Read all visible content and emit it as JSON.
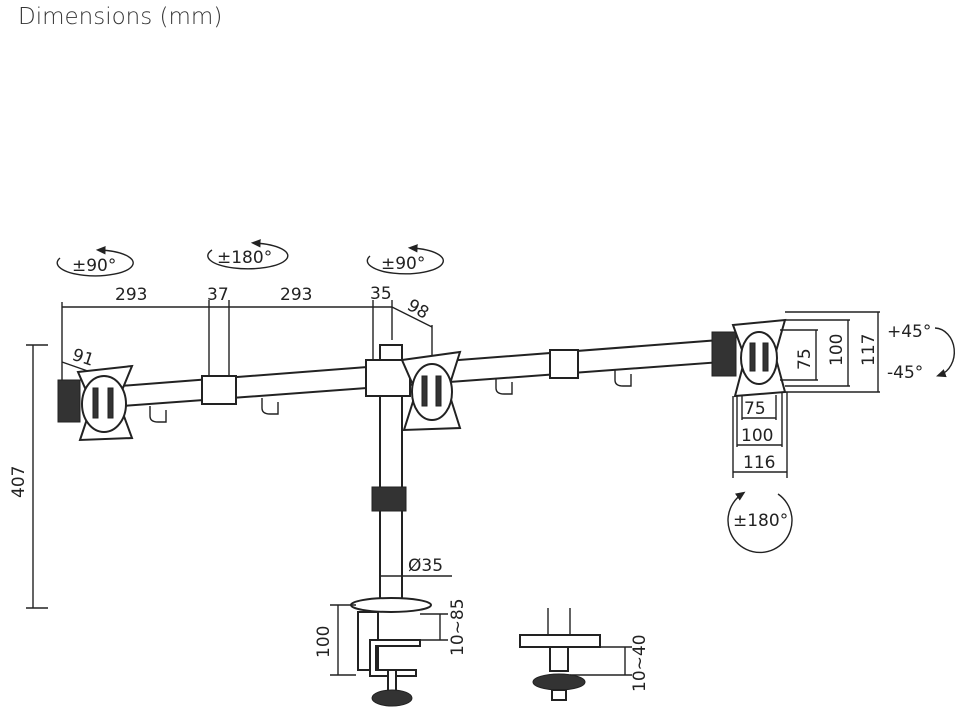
{
  "title": "Dimensions (mm)",
  "rotations": {
    "left_tilt": "±90°",
    "arm_swivel": "±180°",
    "center_tilt": "±90°",
    "right_tilt_up": "+45°",
    "right_tilt_down": "-45°",
    "rotation": "±180°"
  },
  "dimensions": {
    "arm_left": "293",
    "joint": "37",
    "arm_right": "293",
    "pole_offset": "35",
    "head_depth": "98",
    "left_head": "91",
    "height": "407",
    "pole_diameter": "Ø35",
    "clamp_height": "100",
    "clamp_range": "10~85",
    "grommet_range": "10~40",
    "vesa_v_75": "75",
    "vesa_v_100": "100",
    "plate_height": "117",
    "vesa_h_75": "75",
    "vesa_h_100": "100",
    "plate_width": "116"
  }
}
